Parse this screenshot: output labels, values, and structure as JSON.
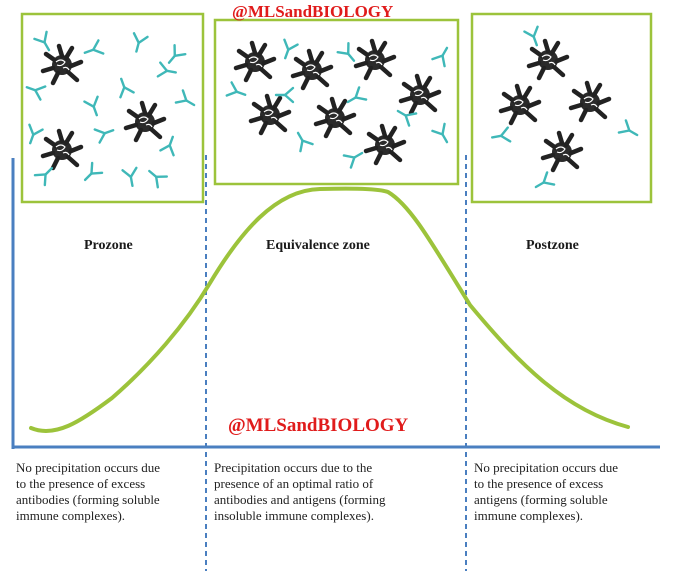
{
  "watermark": {
    "top": "@MLSandBIOLOGY",
    "middle": "@MLSandBIOLOGY"
  },
  "zones": [
    {
      "label": "Prozone",
      "description": [
        "No precipitation occurs due",
        "to the presence of excess",
        "antibodies (forming soluble",
        "immune complexes)."
      ]
    },
    {
      "label": "Equivalence zone",
      "description": [
        "Precipitation occurs due to the",
        "presence of an optimal ratio of",
        "antibodies and antigens (forming",
        "insoluble immune complexes)."
      ]
    },
    {
      "label": "Postzone",
      "description": [
        "No precipitation occurs due",
        "to the presence of excess",
        "antigens (forming soluble",
        "immune complexes)."
      ]
    }
  ],
  "colors": {
    "curve": "#9cc33b",
    "box_border": "#9cc33b",
    "axis": "#4a7fc0",
    "divider": "#4a7fc0",
    "antibody": "#3fb8b8",
    "antigen": "#2a2a2a",
    "watermark": "#e01b1b"
  },
  "icons": {
    "antigen": "antigen-cluster-icon",
    "antibody": "y-shaped-antibody-icon"
  }
}
